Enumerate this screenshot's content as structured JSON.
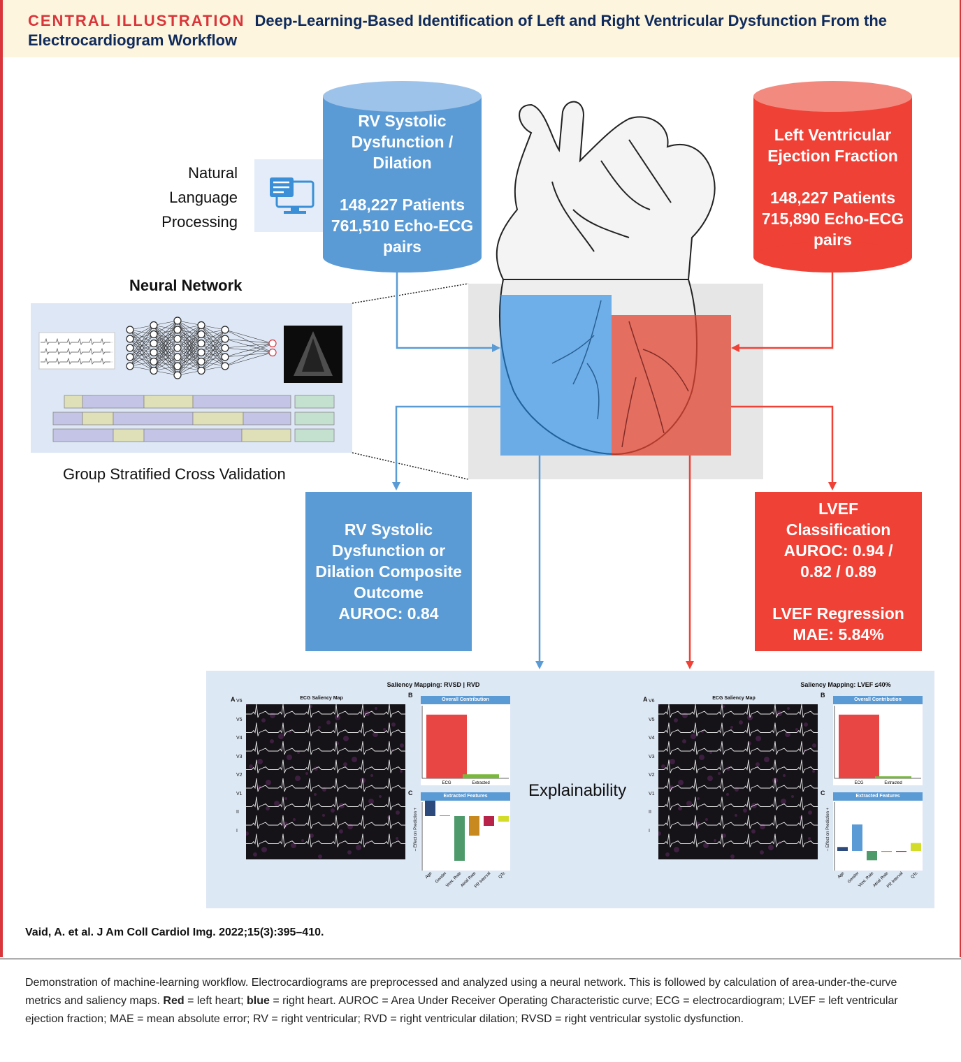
{
  "header": {
    "tag": "CENTRAL ILLUSTRATION",
    "title": "Deep-Learning-Based Identification of Left and Right Ventricular Dysfunction From the Electrocardiogram Workflow"
  },
  "rv_dataset": {
    "title": "RV Systolic Dysfunction / Dilation",
    "patients": "148,227 Patients",
    "pairs": "761,510 Echo-ECG pairs"
  },
  "lv_dataset": {
    "title": "Left Ventricular Ejection Fraction",
    "patients": "148,227 Patients",
    "pairs": "715,890 Echo-ECG pairs"
  },
  "nlp": {
    "label": "Natural Language Processing",
    "icon": "monitor-document-icon"
  },
  "neural_network": {
    "title": "Neural Network",
    "cv_label": "Group Stratified Cross Validation"
  },
  "rv_result": {
    "line1": "RV Systolic Dysfunction or Dilation Composite Outcome",
    "line2": "AUROC: 0.84"
  },
  "lv_result": {
    "class_title": "LVEF Classification",
    "class_value": "AUROC: 0.94 / 0.82 / 0.89",
    "reg_title": "LVEF Regression",
    "reg_value": "MAE: 5.84%"
  },
  "explainability": {
    "label": "Explainability"
  },
  "saliency": [
    {
      "title": "Saliency Mapping: RVSD | RVD",
      "panel_a": "A",
      "ecg_title": "ECG Saliency Map",
      "panel_b": "B",
      "contrib_title": "Overall Contribution",
      "contrib_cats": [
        "ECG",
        "Extracted"
      ],
      "contrib_values": [
        0.95,
        0.06
      ],
      "panel_c": "C",
      "feat_title": "Extracted Features",
      "feat_ylabel": "– Effect on Prediction +",
      "feat_cats": [
        "Age",
        "Gender",
        "Vent. Rate",
        "Atrial Rate",
        "PR Interval",
        "QTc"
      ],
      "feat_values": [
        0.7,
        0,
        -1.6,
        -0.7,
        -0.35,
        -0.2
      ]
    },
    {
      "title": "Saliency Mapping: LVEF ≤40%",
      "panel_a": "A",
      "ecg_title": "ECG Saliency Map",
      "panel_b": "B",
      "contrib_title": "Overall Contribution",
      "contrib_cats": [
        "ECG",
        "Extracted"
      ],
      "contrib_values": [
        0.95,
        0.03
      ],
      "panel_c": "C",
      "feat_title": "Extracted Features",
      "feat_ylabel": "– Effect on Prediction +",
      "feat_cats": [
        "Age",
        "Gender",
        "Vent. Rate",
        "Atrial Rate",
        "PR Interval",
        "QTc"
      ],
      "feat_values": [
        0.15,
        1,
        -0.35,
        -0.03,
        -0.03,
        0.3
      ]
    }
  ],
  "leads": [
    "V6",
    "V5",
    "V4",
    "V3",
    "V2",
    "V1",
    "II",
    "I"
  ],
  "colors": {
    "blue": "#5b9bd5",
    "red": "#ef4136",
    "feat": [
      "#2c4a7c",
      "#5b9bd5",
      "#4e9a6b",
      "#c88a1e",
      "#b8234a",
      "#d4dc2a"
    ]
  },
  "citation": "Vaid, A. et al. J Am Coll Cardiol Img. 2022;15(3):395–410.",
  "caption": {
    "intro": "Demonstration of machine-learning workflow. Electrocardiograms are preprocessed and analyzed using a neural network. This is followed by calculation of area-under-the-curve metrics and saliency maps. ",
    "red": "Red",
    "red_def": " = left heart; ",
    "blue": "blue",
    "blue_def": " = right heart. AUROC = Area Under Receiver Operating Characteristic curve; ECG = electrocardiogram; LVEF = left ventricular ejection fraction; MAE = mean absolute error; RV = right ventricular; RVD = right ventricular dilation; RVSD = right ventricular systolic dysfunction."
  }
}
